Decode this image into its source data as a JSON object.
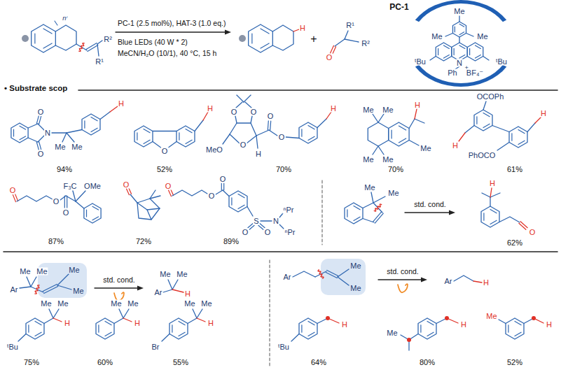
{
  "diagram": {
    "labels": [
      "PC-1 (2.5 mol%), HAT-3 (1.0 eq.)",
      "Blue LEDs (40 W * 2)",
      "MeCN/H₂O (10/1), 40 °C, 15 h",
      "n",
      "R¹",
      "R²",
      "H",
      "+",
      "O",
      "R¹",
      "R²",
      "PC-1",
      "Me",
      "Me",
      "Me",
      "ᵗBu",
      "ᵗBu",
      "N",
      "+",
      "Ph",
      "BF₄⁻",
      "• Substrate scop",
      "O",
      "N",
      "O",
      "Me",
      "Me",
      "H",
      "94%",
      "O",
      "H",
      "52%",
      "O",
      "O",
      "O",
      "H",
      "MeO",
      "O",
      "O",
      "H",
      "70%",
      "Me",
      "Me",
      "Me",
      "Me",
      "H",
      "Me",
      "70%",
      "OCOPh",
      "H",
      "H",
      "PhOCO",
      "61%",
      "O",
      "O",
      "O",
      "F₃C",
      "OMe",
      "87%",
      "O",
      "72%",
      "O",
      "O",
      "O",
      "S",
      "O",
      "O",
      "N",
      "ⁿPr",
      "ⁿPr",
      "89%",
      "Me",
      "Me",
      "std. cond.",
      "H",
      "O",
      "62%",
      "Me",
      "Me",
      "Me",
      "Ar",
      "Me",
      "std. cond.",
      "Me",
      "Me",
      "Ar",
      "H",
      "Me",
      "Me",
      "H",
      "ᵗBu",
      "75%",
      "Me",
      "Me",
      "H",
      "60%",
      "Me",
      "Me",
      "H",
      "Br",
      "55%",
      "Ar",
      "Me",
      "Me",
      "std. cond.",
      "Ar",
      "H",
      "ᵗBu",
      "H",
      "64%",
      "Me",
      "H",
      "80%",
      "Me",
      "H",
      "52%"
    ]
  }
}
